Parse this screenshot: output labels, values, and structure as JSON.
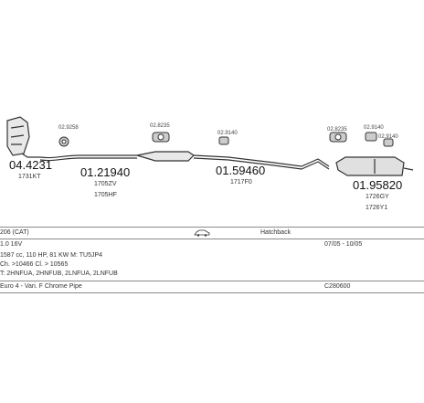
{
  "parts": {
    "p1": {
      "number": "04.4231",
      "code": "1731KT"
    },
    "p2": {
      "number": "01.21940",
      "codes": [
        "1705ZV",
        "1705HF"
      ]
    },
    "p3": {
      "number": "01.59460",
      "code": "1717F0"
    },
    "p4": {
      "number": "01.95820",
      "codes": [
        "1726GY",
        "1726Y1"
      ]
    }
  },
  "accessories": [
    {
      "id": "a1",
      "label": "02.9258"
    },
    {
      "id": "a2",
      "label": "02.8235"
    },
    {
      "id": "a3",
      "label": "02.9140"
    },
    {
      "id": "a4",
      "label": "02.8235"
    },
    {
      "id": "a5",
      "label": "02.9140"
    },
    {
      "id": "a6",
      "label": "02.9140"
    }
  ],
  "table": {
    "model": "206 (CAT)",
    "body": "Hatchback",
    "engine": "1.0 16V",
    "years": "07/05 - 10/05",
    "spec1": "1587 cc, 110 HP, 81 KW M: TU5JP4",
    "spec2": "Ch. >10466 Cl. > 10565",
    "spec3": "T: 2HNFUA, 2HNFUB, 2LNFUA, 2LNFUB",
    "emission": "Euro 4 - Vari. F Chrome Pipe",
    "ref": "C280600"
  },
  "colors": {
    "line": "#333333",
    "grid": "#8a8a8a"
  }
}
